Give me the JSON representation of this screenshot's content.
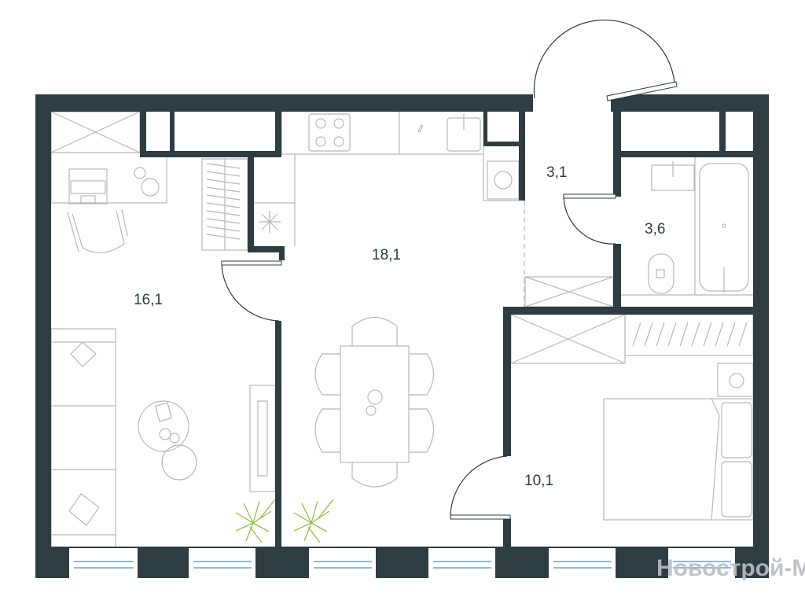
{
  "plan": {
    "rooms": [
      {
        "id": "living",
        "area": "16,1"
      },
      {
        "id": "kitchen",
        "area": "18,1"
      },
      {
        "id": "hall",
        "area": "3,1"
      },
      {
        "id": "bathroom",
        "area": "3,6"
      },
      {
        "id": "bedroom",
        "area": "10,1"
      }
    ],
    "watermark": "Новострой-М",
    "colors": {
      "wall": "#2d3d42",
      "furniture": "#b8b8b8",
      "plant": "#8cc63f",
      "glass": "#6e9fd8"
    }
  }
}
